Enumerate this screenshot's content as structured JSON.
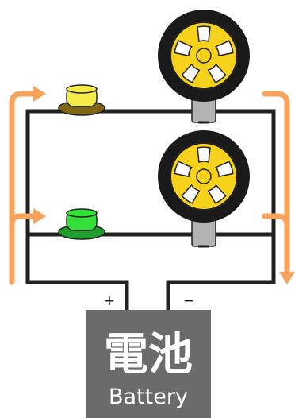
{
  "battery": {
    "label_ja": "電池",
    "label_en": "Battery",
    "color": "#6b6b6b",
    "text_color": "#ffffff",
    "positive_label": "+",
    "negative_label": "−"
  },
  "buttons": [
    {
      "name": "yellow",
      "color": "#f6ec48",
      "base_color": "#7d6514"
    },
    {
      "name": "green",
      "color": "#33e03a",
      "base_color": "#1e9e2b"
    }
  ],
  "motors": [
    {
      "tire_color": "#1a1a1a",
      "hub_color": "#f6d21c",
      "shaft_color": "#b3b3b3"
    },
    {
      "tire_color": "#1a1a1a",
      "hub_color": "#f6d21c",
      "shaft_color": "#b3b3b3"
    }
  ],
  "current_arrows": {
    "color": "#f7a35c"
  },
  "wire": {
    "color": "#222222"
  }
}
